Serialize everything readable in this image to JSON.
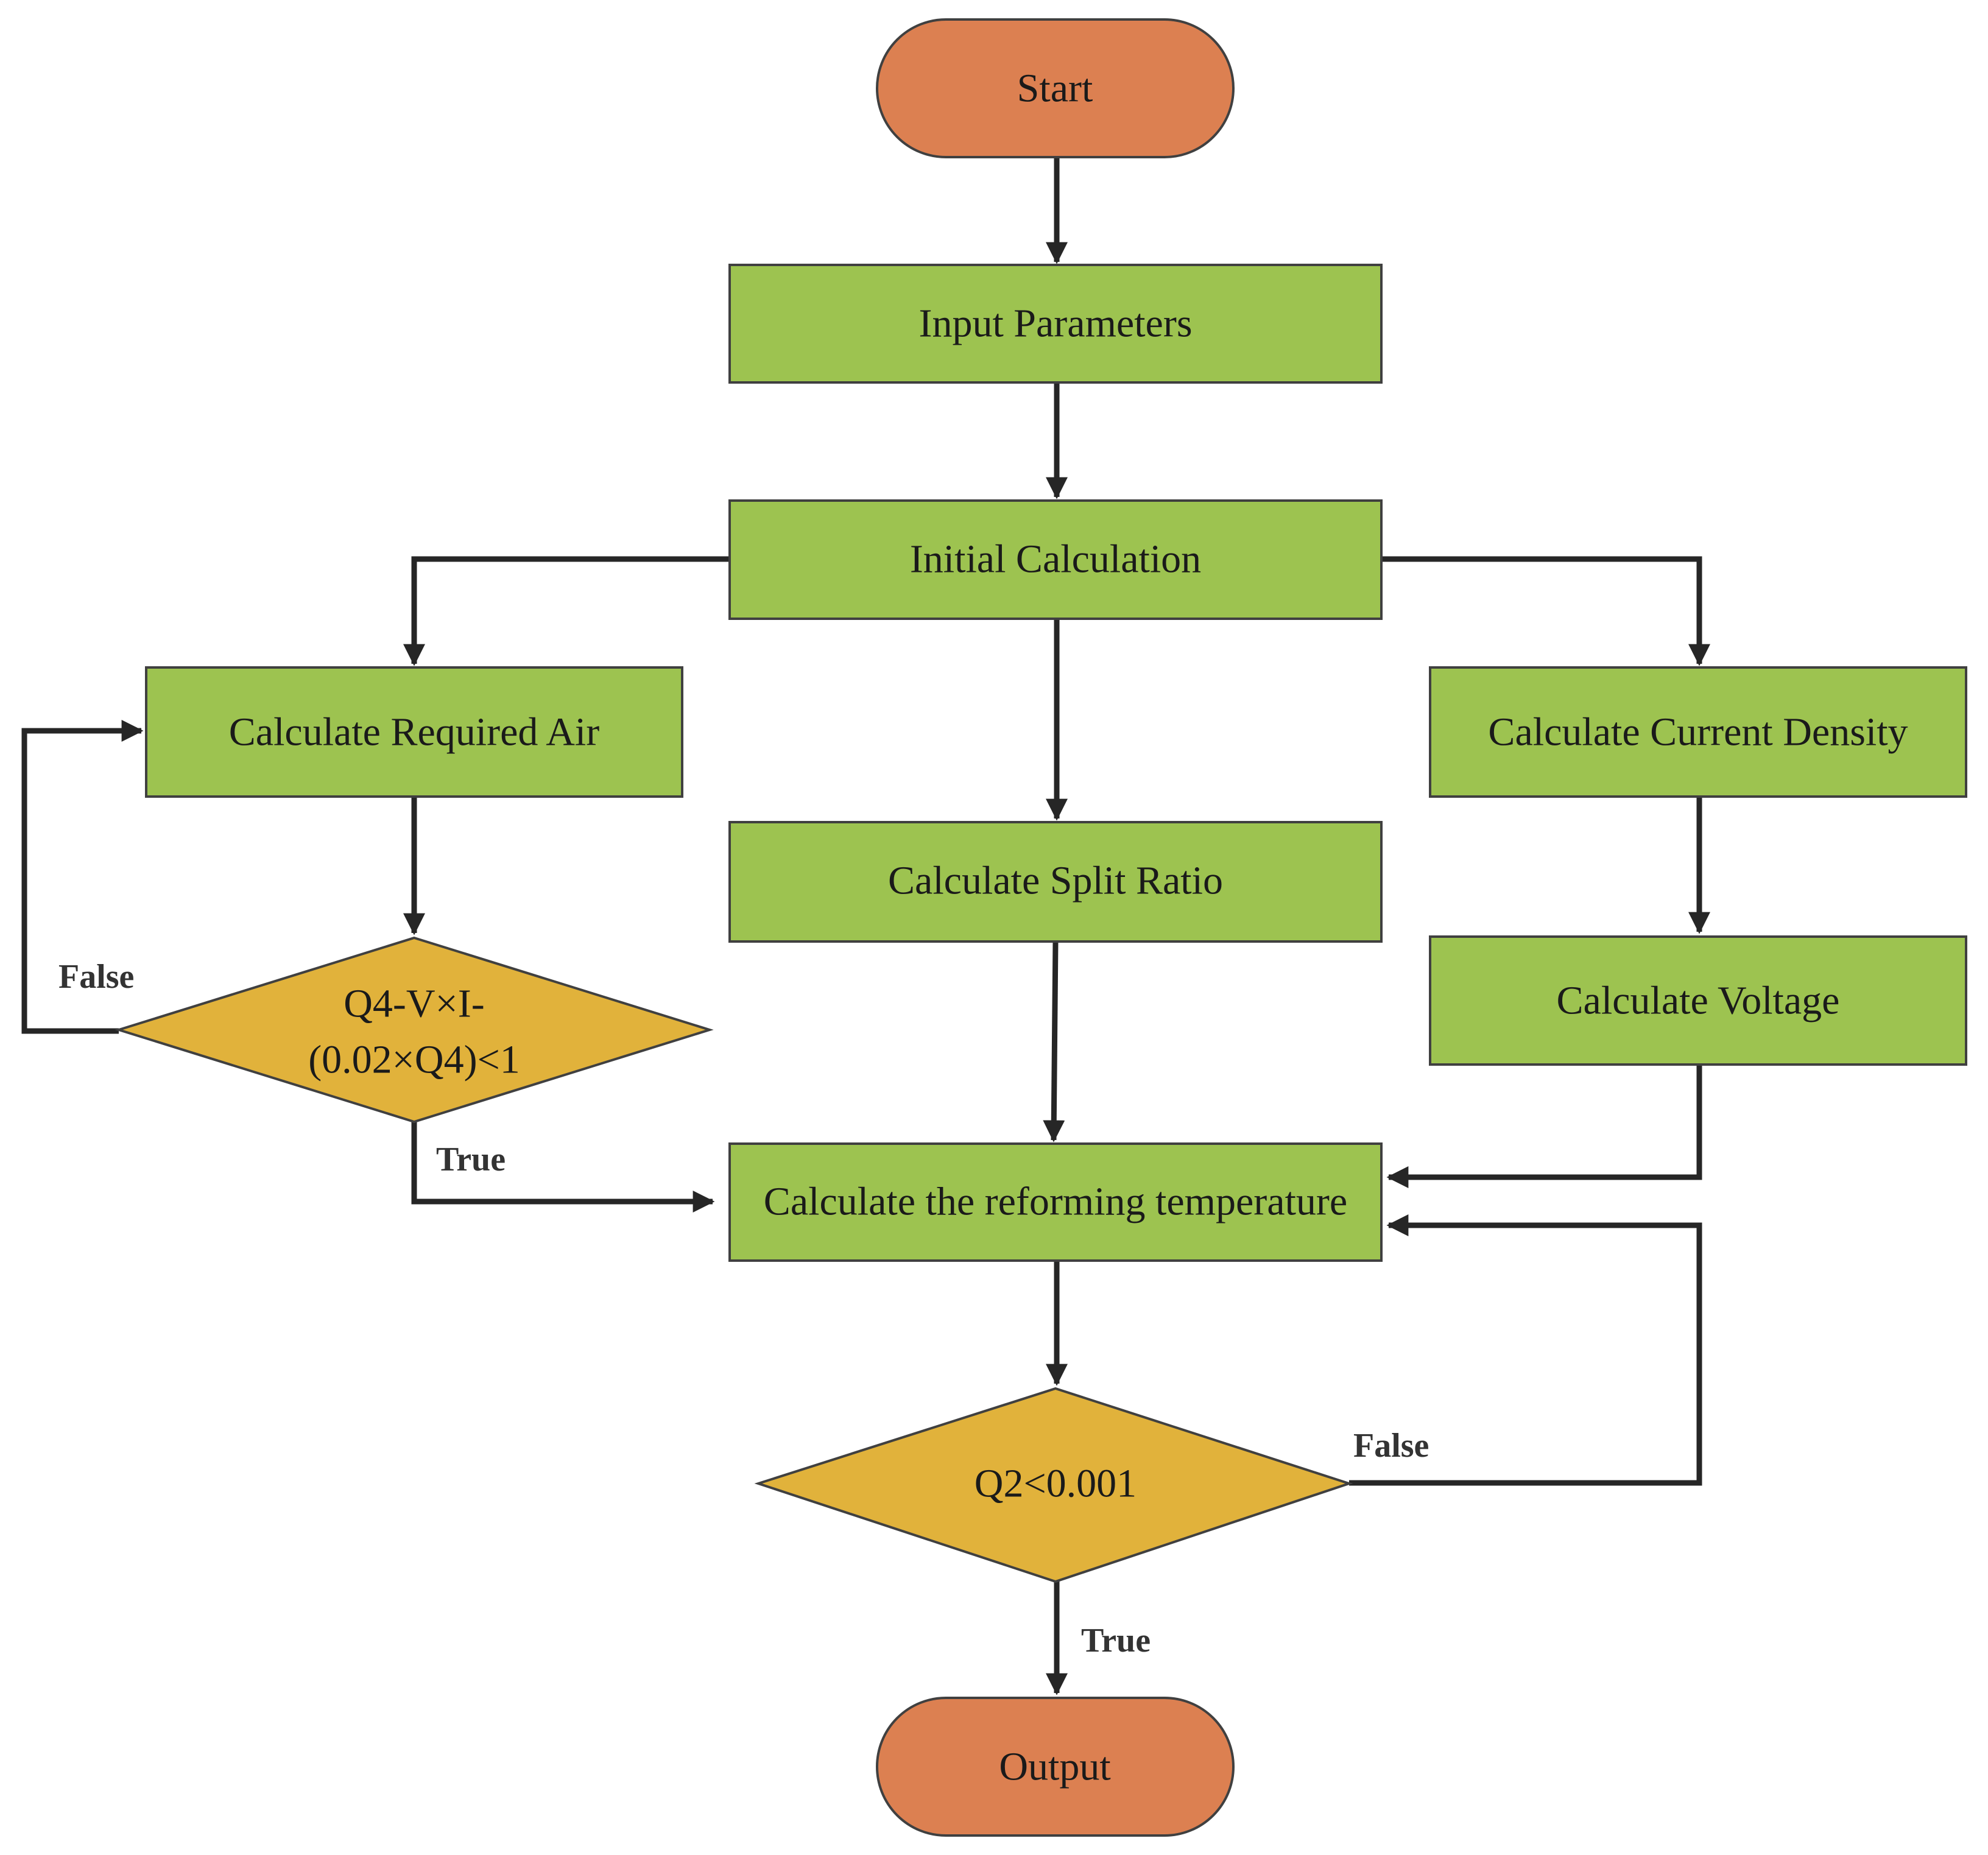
{
  "nodes": {
    "start": "Start",
    "input_parameters": "Input Parameters",
    "initial_calculation": "Initial Calculation",
    "required_air": "Calculate Required Air",
    "current_density": "Calculate Current Density",
    "split_ratio": "Calculate Split Ratio",
    "voltage": "Calculate Voltage",
    "decision_air_line1": "Q4-V×I-",
    "decision_air_line2": "(0.02×Q4)<1",
    "reforming_temperature": "Calculate the reforming temperature",
    "decision_q2": "Q2<0.001",
    "output": "Output"
  },
  "edge_labels": {
    "air_false": "False",
    "air_true": "True",
    "q2_false": "False",
    "q2_true": "True"
  },
  "colors": {
    "process": "#9dc350",
    "terminal": "#dc8051",
    "decision": "#e1b23b",
    "stroke": "#404040",
    "arrow": "#262626"
  }
}
